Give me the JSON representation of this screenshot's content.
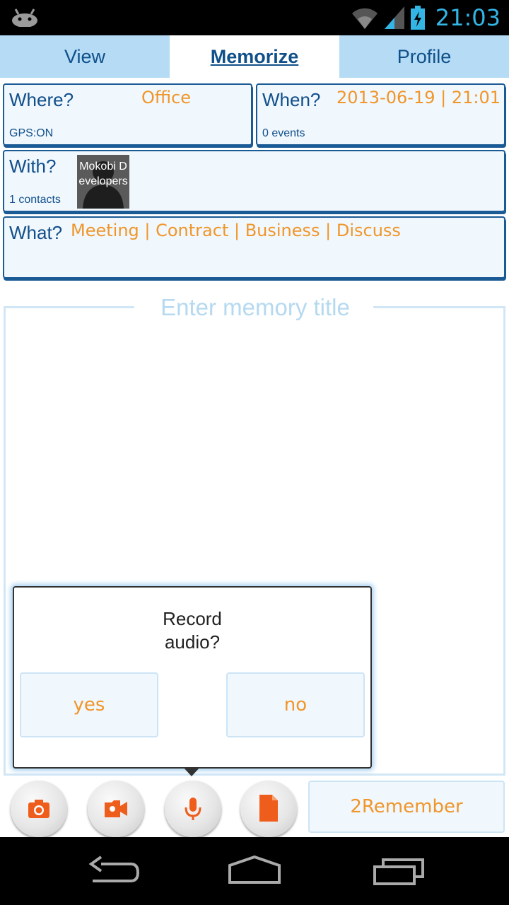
{
  "status_bar": {
    "time": "21:03"
  },
  "tabs": [
    {
      "label": "View"
    },
    {
      "label": "Memorize"
    },
    {
      "label": "Profile"
    }
  ],
  "where": {
    "label": "Where?",
    "value": "Office",
    "status": "GPS:ON"
  },
  "when": {
    "label": "When?",
    "value": "2013-06-19 | 21:01",
    "status": "0 events"
  },
  "with": {
    "label": "With?",
    "status": "1 contacts",
    "contact_name": "Mokobi Developers"
  },
  "what": {
    "label": "What?",
    "value": "Meeting | Contract | Business | Discuss"
  },
  "memory": {
    "title_placeholder": "Enter memory title"
  },
  "popup": {
    "text": "Record audio?",
    "yes_label": "yes",
    "no_label": "no"
  },
  "actions": {
    "remember_label": "2Remember"
  },
  "colors": {
    "accent_orange": "#f0962a",
    "dark_blue": "#114f8b",
    "tab_blue": "#b5dbf5",
    "status_blue": "#33b5e5"
  },
  "icons": [
    "android-icon",
    "wifi-icon",
    "signal-icon",
    "battery-icon",
    "camera-icon",
    "video-icon",
    "microphone-icon",
    "document-icon",
    "back-icon",
    "home-icon",
    "recent-apps-icon"
  ]
}
